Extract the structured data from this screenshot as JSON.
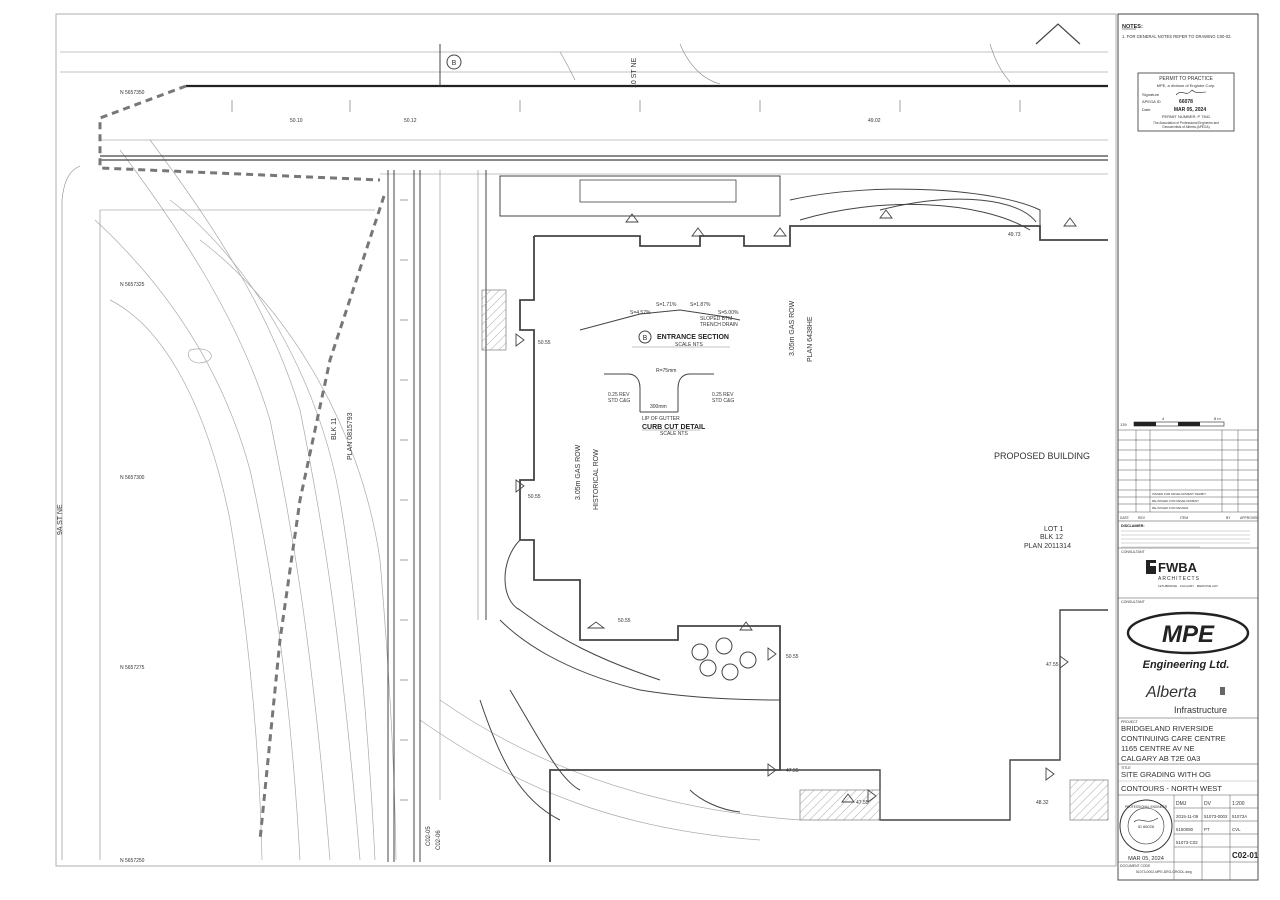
{
  "notes": {
    "heading": "NOTES:",
    "item1": "1.   FOR GENERAL NOTES REFER TO DRAWING C00-02."
  },
  "permit": {
    "title": "PERMIT TO PRACTICE",
    "company": "MPE, a division of Englobe Corp.",
    "signature_label": "Signature",
    "apega_label": "APEGA ID",
    "apega_id": "66078",
    "date_label": "Date",
    "date": "MAR 05, 2024",
    "permit_number": "PERMIT NUMBER:  P 7841",
    "assoc1": "The Association of Professional Engineers and",
    "assoc2": "Geoscientists of Alberta (APEGA)"
  },
  "plan_labels": {
    "street_10st": "10 ST NE",
    "street_9ast": "9A ST NE",
    "blk11": "BLK 11",
    "plan_0815793": "PLAN 0815793",
    "gas_row_1": "3.05m GAS ROW",
    "historical_row": "HISTORICAL ROW",
    "gas_row_2": "3.05m GAS ROW",
    "plan_6438he": "PLAN 6438HE",
    "proposed_building": "PROPOSED BUILDING",
    "lot1": "LOT 1",
    "blk12": "BLK 12",
    "plan_2011314": "PLAN 2011314",
    "entrance_section": "ENTRANCE SECTION",
    "scale_nts": "SCALE NTS",
    "curb_cut_detail": "CURB CUT DETAIL",
    "sloped_btm": "SLOPED BTM",
    "trench_drain": "TRENCH DRAIN",
    "r75": "R=75mm",
    "rev_std_left_1": "0.25 REV",
    "rev_std_left_2": "STD C&G",
    "rev_std_right_1": "0.25 REV",
    "rev_std_right_2": "STD C&G",
    "lip_of_gutter": "LIP OF GUTTER",
    "dim_300": "300mm",
    "section_b": "B",
    "sheet_ref_1": "C02-05",
    "sheet_ref_2": "C02-06",
    "slope_1": "S=5.00%",
    "slope_2": "S=1.87%",
    "slope_3": "S=4.57%",
    "slope_4": "S=1.71%"
  },
  "northings": [
    "N 5657350",
    "N 5657325",
    "N 5657300",
    "N 5657275",
    "N 5657250"
  ],
  "elevations": [
    "50.55",
    "50.55",
    "50.55",
    "50.55",
    "47.55",
    "47.55",
    "47.55",
    "49.73",
    "50.10",
    "50.12",
    "49.02",
    "48.32"
  ],
  "titleblock": {
    "scale_label": "139",
    "scale_4": "4",
    "scale_8": "8 m",
    "revisions": [
      {
        "no": "ISSUED FOR DEVELOPMENT PERMIT",
        "date": ""
      },
      {
        "no": "RE-ISSUED FOR DEVELOPMENT",
        "date": ""
      },
      {
        "no": "RE-ISSUED FOR REVIEW",
        "date": ""
      }
    ],
    "rev_headers": [
      "DATE",
      "REV",
      "ITEM",
      "BY",
      "APPROVED"
    ],
    "disclaimer_heading": "DISCLAIMER:",
    "consultant_1": "CONSULTANT",
    "fwba_name": "FWBA",
    "fwba_sub": "ARCHITECTS",
    "fwba_cities": "LETHBRIDGE · CALGARY · MEDICINE HAT",
    "consultant_2": "CONSULTANT",
    "mpe_logo": "MPE",
    "mpe_engineering": "Engineering Ltd.",
    "alberta": "Alberta",
    "infrastructure": "Infrastructure",
    "project_label": "PROJECT",
    "project_l1": "BRIDGELAND RIVERSIDE",
    "project_l2": "CONTINUING CARE CENTRE",
    "project_l3": "1165 CENTRE AV NE",
    "project_l4": "CALGARY AB  T2E 0A3",
    "title_label": "TITLE",
    "title_l1": "SITE GRADING WITH OG",
    "title_l2": "CONTOURS - NORTH WEST",
    "drawn": "DMJ",
    "checked": "DV",
    "scale": "1:200",
    "date": "2015-11-09",
    "project_no": "51073-0002",
    "contract_no": "51073A",
    "dwg_no": "5150080",
    "file_type": "PT",
    "disc": "CVL",
    "sheet_ref": "51073-C02",
    "sheet_no": "C02-01",
    "seal_date": "MAR 05, 2024",
    "seal_text": "PROFESSIONAL ENGINEER",
    "seal_id": "ID 66026",
    "document_code_label": "DOCUMENT CODE",
    "document_code": "51073-0002-MPE-DRG-GRGDL.dwg"
  },
  "colors": {
    "line": "#444444",
    "dashed_boundary": "#777777",
    "contour": "#aaaaaa",
    "background": "#ffffff"
  }
}
